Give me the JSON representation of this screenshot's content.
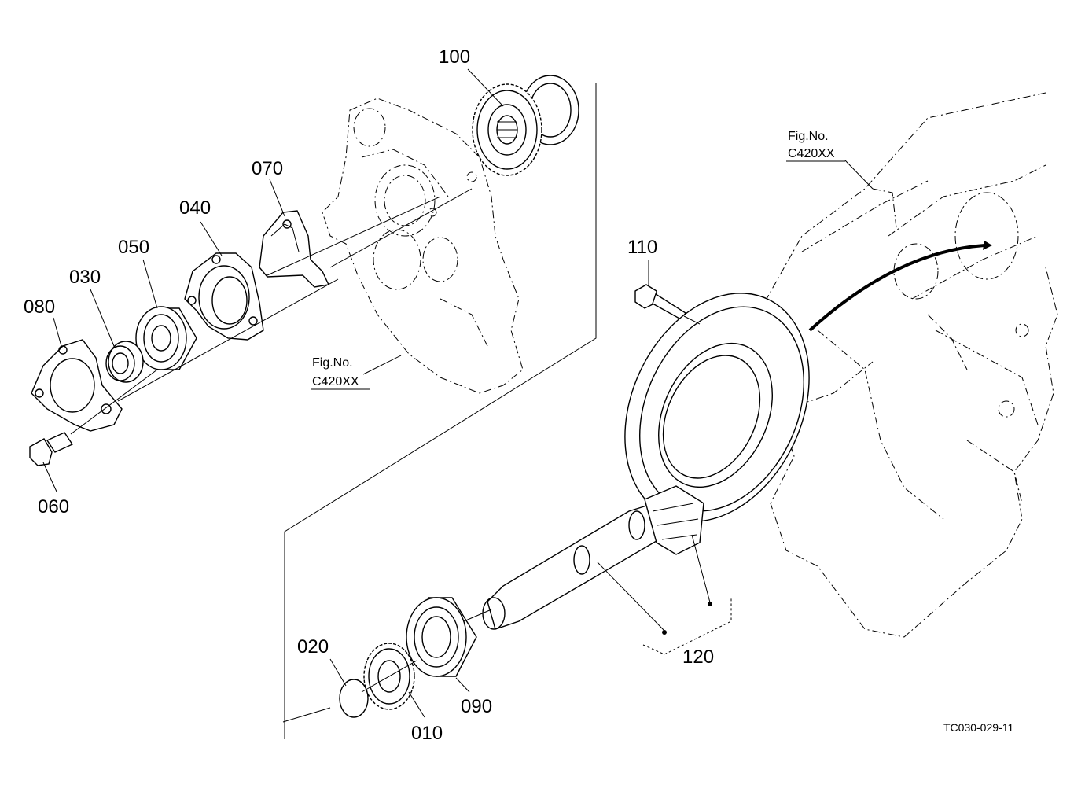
{
  "parts": [
    {
      "id": "p100",
      "label": "100"
    },
    {
      "id": "p070",
      "label": "070"
    },
    {
      "id": "p040",
      "label": "040"
    },
    {
      "id": "p050",
      "label": "050"
    },
    {
      "id": "p030",
      "label": "030"
    },
    {
      "id": "p080",
      "label": "080"
    },
    {
      "id": "p060",
      "label": "060"
    },
    {
      "id": "p110",
      "label": "110"
    },
    {
      "id": "p120",
      "label": "120"
    },
    {
      "id": "p020",
      "label": "020"
    },
    {
      "id": "p010",
      "label": "010"
    },
    {
      "id": "p090",
      "label": "090"
    }
  ],
  "fig_refs": [
    {
      "line1": "Fig.No.",
      "line2": "C420XX"
    },
    {
      "line1": "Fig.No.",
      "line2": "C420XX"
    }
  ],
  "drawing_code": "TC030-029-11"
}
